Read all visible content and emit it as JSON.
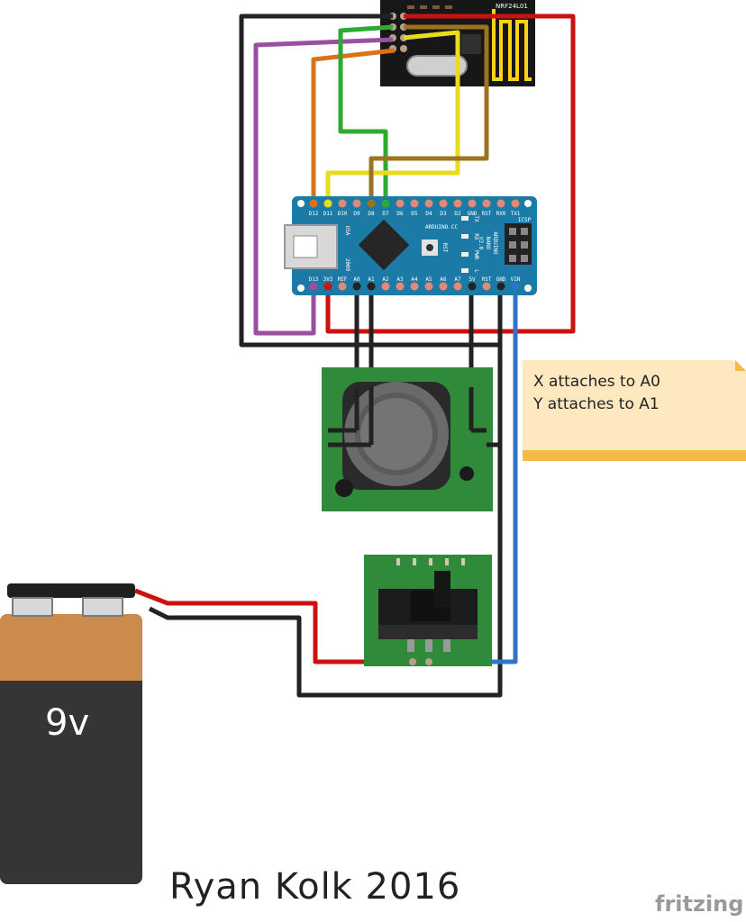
{
  "diagram": {
    "radio_module_label": "NRF24L01",
    "nano": {
      "top_pins": [
        "D12",
        "D11",
        "D10",
        "D9",
        "D8",
        "D7",
        "D6",
        "D5",
        "D4",
        "D3",
        "D2",
        "GND",
        "RST",
        "RX0",
        "TX1"
      ],
      "bottom_pins": [
        "D13",
        "3V3",
        "REF",
        "A0",
        "A1",
        "A2",
        "A3",
        "A4",
        "A5",
        "A6",
        "A7",
        "5V",
        "RST",
        "GND",
        "VIN"
      ],
      "board_text": [
        "ARDUINO.CC",
        "ARDUINO",
        "NANO",
        "V3.0"
      ],
      "led_labels": [
        "TX",
        "RX",
        "PWR",
        "L"
      ],
      "rst_label": "RST",
      "icsp_label": "ICSP",
      "usb_label": "USA",
      "year_label": "2009"
    },
    "battery_label": "9v",
    "note_lines": [
      "X attaches to A0",
      "Y attaches to A1"
    ],
    "author": "Ryan Kolk 2016",
    "brand": "fritzing",
    "colors": {
      "nano_board": "#1c7aa6",
      "wire_red": "#cc1111",
      "wire_black": "#222222",
      "wire_purple": "#9b4fa0",
      "wire_orange": "#d9731a",
      "wire_green": "#2eaa2e",
      "wire_yellow": "#e8dc1c",
      "wire_brown": "#9a7420",
      "wire_blue": "#2e74c8",
      "note_bg": "#fde8bf",
      "note_bar": "#f6b94a",
      "battery_orange": "#cc8a4c",
      "battery_dark": "#353535",
      "pcb_green": "#2f8a3a"
    }
  }
}
